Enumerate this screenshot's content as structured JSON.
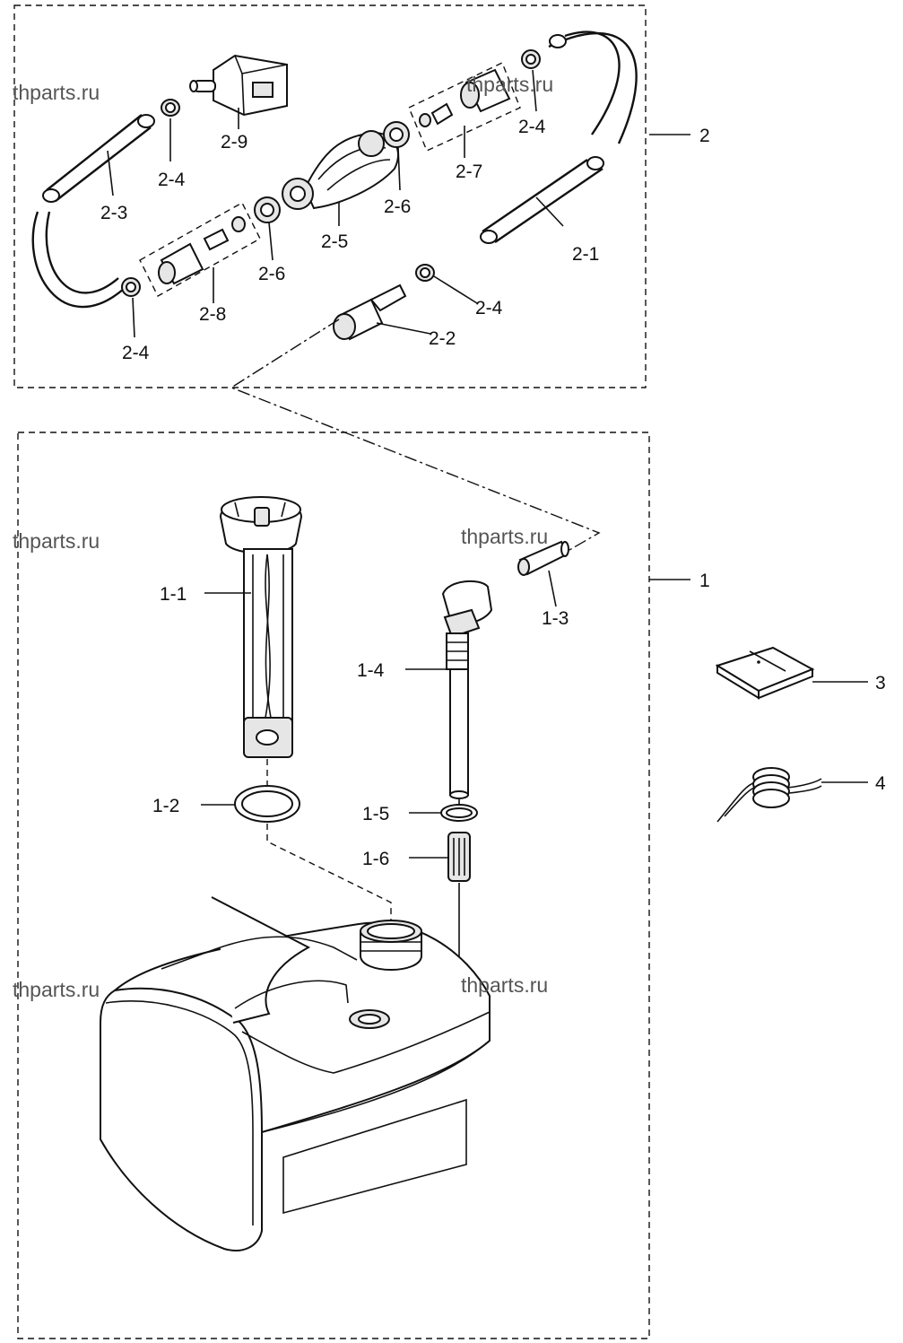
{
  "watermark": "thparts.ru",
  "groups": {
    "group_1": "1",
    "group_2": "2",
    "item_3": "3",
    "item_4": "4"
  },
  "labels": {
    "p2_1": "2-1",
    "p2_2": "2-2",
    "p2_3": "2-3",
    "p2_4": "2-4",
    "p2_5": "2-5",
    "p2_6": "2-6",
    "p2_7": "2-7",
    "p2_8": "2-8",
    "p2_9": "2-9",
    "p1_1": "1-1",
    "p1_2": "1-2",
    "p1_3": "1-3",
    "p1_4": "1-4",
    "p1_5": "1-5",
    "p1_6": "1-6"
  }
}
